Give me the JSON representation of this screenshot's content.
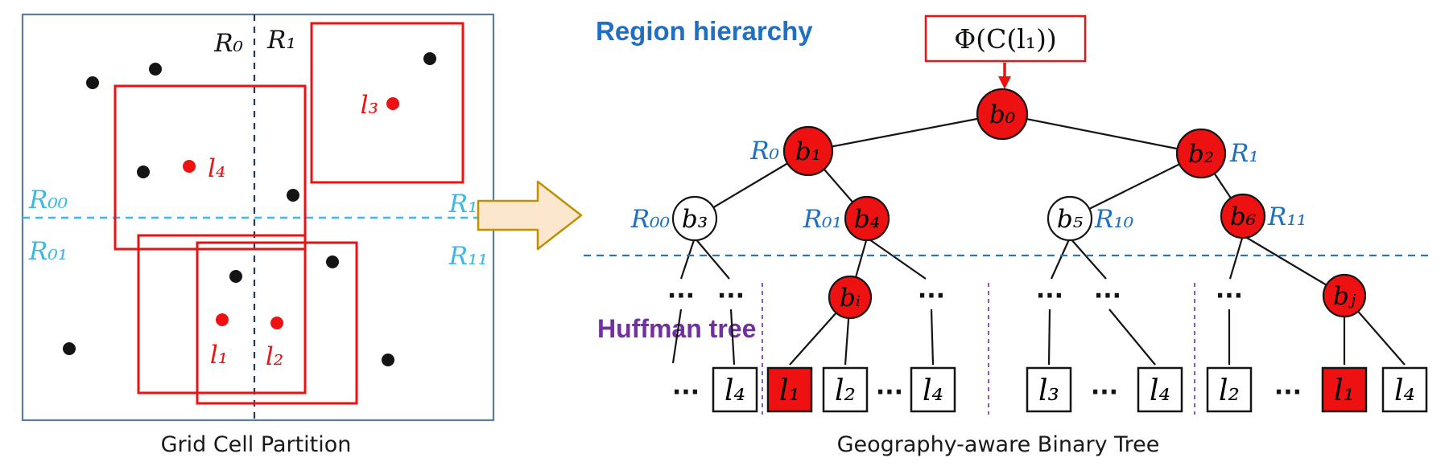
{
  "left": {
    "caption": "Grid Cell Partition",
    "region_labels": {
      "r0": "R₀",
      "r1": "R₁",
      "r00": "R₀₀",
      "r01": "R₀₁",
      "r10": "R₁₀",
      "r11": "R₁₁"
    },
    "point_labels": {
      "l1": "l₁",
      "l2": "l₂",
      "l3": "l₃",
      "l4": "l₄"
    }
  },
  "tree": {
    "caption": "Geography-aware Binary Tree",
    "region_hierarchy_title": "Region hierarchy",
    "huffman_title": "Huffman tree",
    "phi": "Φ(C(l₁))",
    "ellipsis": "···",
    "nodes": {
      "b0": {
        "label": "b₀",
        "fill": "#ee1111"
      },
      "b1": {
        "label": "b₁",
        "fill": "#ee1111"
      },
      "b2": {
        "label": "b₂",
        "fill": "#ee1111"
      },
      "b3": {
        "label": "b₃",
        "fill": "#ffffff"
      },
      "b4": {
        "label": "b₄",
        "fill": "#ee1111"
      },
      "b5": {
        "label": "b₅",
        "fill": "#ffffff"
      },
      "b6": {
        "label": "b₆",
        "fill": "#ee1111"
      },
      "bi": {
        "label": "bᵢ",
        "fill": "#ee1111"
      },
      "bj": {
        "label": "bⱼ",
        "fill": "#ee1111"
      }
    },
    "region_labels": {
      "r0": "R₀",
      "r1": "R₁",
      "r00": "R₀₀",
      "r01": "R₀₁",
      "r10": "R₁₀",
      "r11": "R₁₁"
    },
    "leaves": [
      {
        "label": "l₄",
        "fill": "#ffffff"
      },
      {
        "label": "l₁",
        "fill": "#ee1111"
      },
      {
        "label": "l₂",
        "fill": "#ffffff"
      },
      {
        "label": "l₄",
        "fill": "#ffffff"
      },
      {
        "label": "l₃",
        "fill": "#ffffff"
      },
      {
        "label": "l₄",
        "fill": "#ffffff"
      },
      {
        "label": "l₂",
        "fill": "#ffffff"
      },
      {
        "label": "l₁",
        "fill": "#ee1111"
      },
      {
        "label": "l₄",
        "fill": "#ffffff"
      }
    ]
  },
  "colors": {
    "red": "#ee1111",
    "blue": "#1f6fc5",
    "dashed_blue": "#2e75b6",
    "cyan": "#3db7e4",
    "purple": "#7030a0",
    "navy": "#1f3864",
    "steel_border": "#5b7c9d",
    "arrow_fill": "#fbe7ce",
    "arrow_stroke": "#bf9000"
  }
}
